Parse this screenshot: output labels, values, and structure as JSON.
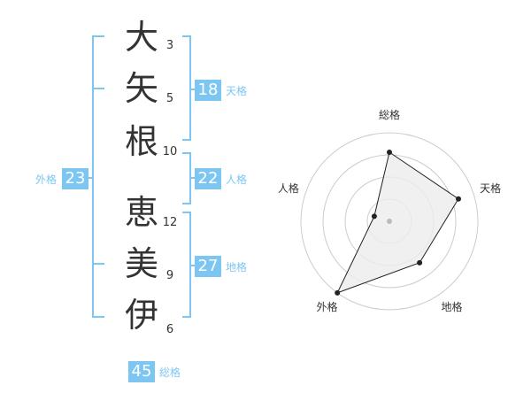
{
  "name": {
    "characters": [
      {
        "char": "大",
        "strokes": "3"
      },
      {
        "char": "矢",
        "strokes": "5"
      },
      {
        "char": "根",
        "strokes": "10"
      },
      {
        "char": "恵",
        "strokes": "12"
      },
      {
        "char": "美",
        "strokes": "9"
      },
      {
        "char": "伊",
        "strokes": "6"
      }
    ]
  },
  "scores": {
    "tenkaku": {
      "label": "天格",
      "value": "18"
    },
    "jinkaku": {
      "label": "人格",
      "value": "22"
    },
    "chikaku": {
      "label": "地格",
      "value": "27"
    },
    "gaikaku": {
      "label": "外格",
      "value": "23"
    },
    "soukaku": {
      "label": "総格",
      "value": "45"
    }
  },
  "colors": {
    "accent": "#7ec6f2",
    "text": "#333333",
    "ring": "#cccccc",
    "fill": "#ececec",
    "line": "#222222"
  },
  "chart_data": {
    "type": "radar",
    "axes": [
      "総格",
      "天格",
      "地格",
      "外格",
      "人格"
    ],
    "values": [
      0.78,
      0.82,
      0.58,
      1.0,
      0.18
    ],
    "ring_count": 4,
    "range": [
      0,
      1
    ]
  }
}
